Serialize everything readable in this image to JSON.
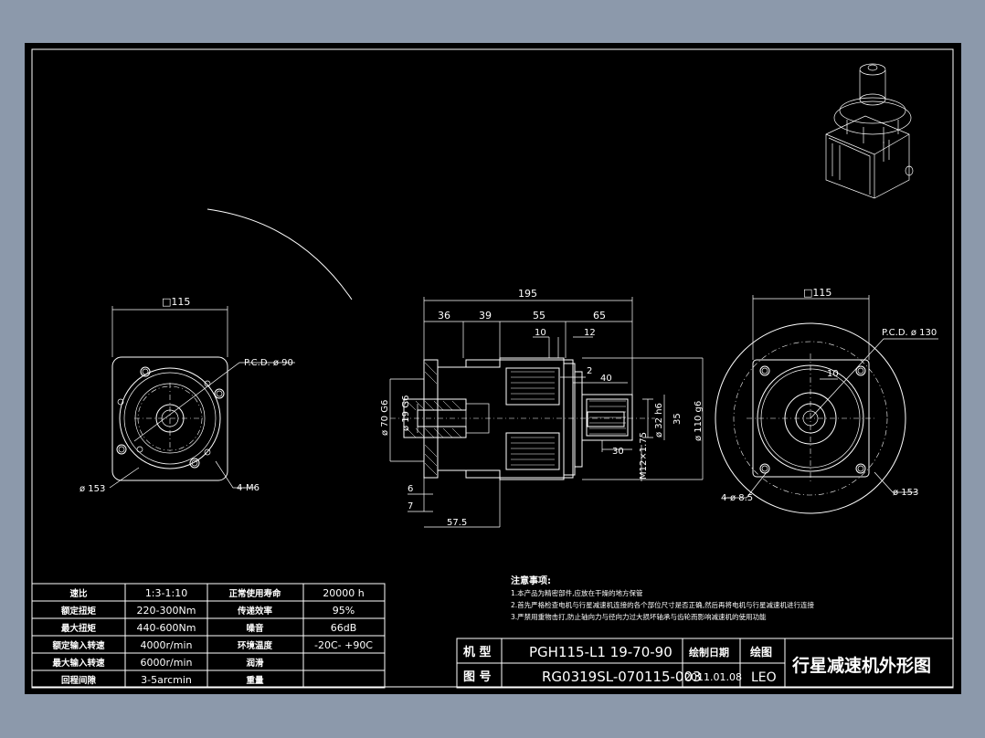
{
  "left_view": {
    "square": "□115",
    "pcd": "P.C.D. ø 90",
    "outer_dia": "ø 153",
    "holes": "4-M6"
  },
  "side_view": {
    "total": "195",
    "seg1": "36",
    "seg2": "39",
    "seg3": "55",
    "seg4": "65",
    "d10": "10",
    "d12": "12",
    "d40": "40",
    "d2": "2",
    "d30": "30",
    "d6": "6",
    "d7": "7",
    "d57": "57.5",
    "dia70": "ø 70 G6",
    "dia19": "ø 19 G6",
    "dia32": "ø 32 h6",
    "dia35": "35",
    "dia110": "ø 110 g6",
    "thread": "M12×1.75"
  },
  "right_view": {
    "square": "□115",
    "pcd": "P.C.D. ø 130",
    "d10": "10",
    "holes": "4-ø 8.5",
    "outer_dia": "ø 153"
  },
  "notes": {
    "title": "注意事项:",
    "line1": "1.本产品为精密部件,应放在干燥的地方保管",
    "line2": "2.首先严格检查电机与行星减速机连接的各个部位尺寸是否正确,然后再将电机与行星减速机进行连接",
    "line3": "3.严禁用重物击打,防止轴向力与径向力过大损坏轴承与齿轮而影响减速机的使用功能"
  },
  "spec_table": {
    "rows": [
      [
        "速比",
        "1:3-1:10",
        "正常使用寿命",
        "20000 h"
      ],
      [
        "额定扭矩",
        "220-300Nm",
        "传递效率",
        "95%"
      ],
      [
        "最大扭矩",
        "440-600Nm",
        "噪音",
        "66dB"
      ],
      [
        "额定输入转速",
        "4000r/min",
        "环境温度",
        "-20C- +90C"
      ],
      [
        "最大输入转速",
        "6000r/min",
        "润滑",
        ""
      ],
      [
        "回程间隙",
        "3-5arcmin",
        "重量",
        ""
      ]
    ]
  },
  "title_block": {
    "model_label": "机 型",
    "model_value": "PGH115-L1 19-70-90",
    "drawing_no_label": "图 号",
    "drawing_no_value": "RG0319SL-070115-003",
    "date_label": "绘制日期",
    "date_value": "2011.01.08",
    "drawer_label": "绘图",
    "drawer_value": "LEO",
    "title": "行星减速机外形图"
  }
}
